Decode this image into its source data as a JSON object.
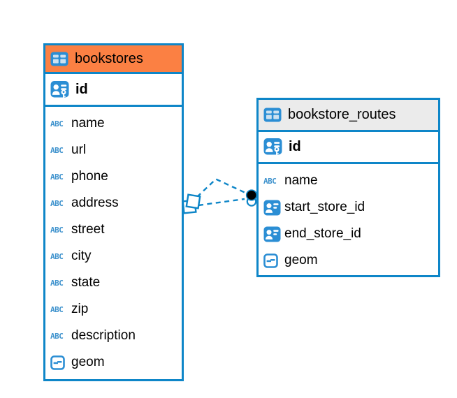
{
  "diagram": {
    "accent_blue": "#0e86c8",
    "icon_labels": {
      "text_type": "ABC"
    },
    "relationship": {
      "style": "dashed",
      "color": "#0e86c8",
      "line_count": 2,
      "source_marker": "stacked-squares",
      "target_marker": "stacked-circles"
    },
    "tables": [
      {
        "name": "bookstores",
        "header_color": "#fb8043",
        "columns": [
          {
            "name": "id",
            "type": "primary-key"
          },
          {
            "name": "name",
            "type": "text"
          },
          {
            "name": "url",
            "type": "text"
          },
          {
            "name": "phone",
            "type": "text"
          },
          {
            "name": "address",
            "type": "text"
          },
          {
            "name": "street",
            "type": "text"
          },
          {
            "name": "city",
            "type": "text"
          },
          {
            "name": "state",
            "type": "text"
          },
          {
            "name": "zip",
            "type": "text"
          },
          {
            "name": "description",
            "type": "text"
          },
          {
            "name": "geom",
            "type": "geometry"
          }
        ]
      },
      {
        "name": "bookstore_routes",
        "header_color": "#ebebeb",
        "columns": [
          {
            "name": "id",
            "type": "primary-key"
          },
          {
            "name": "name",
            "type": "text"
          },
          {
            "name": "start_store_id",
            "type": "foreign-key"
          },
          {
            "name": "end_store_id",
            "type": "foreign-key"
          },
          {
            "name": "geom",
            "type": "geometry"
          }
        ]
      }
    ]
  }
}
